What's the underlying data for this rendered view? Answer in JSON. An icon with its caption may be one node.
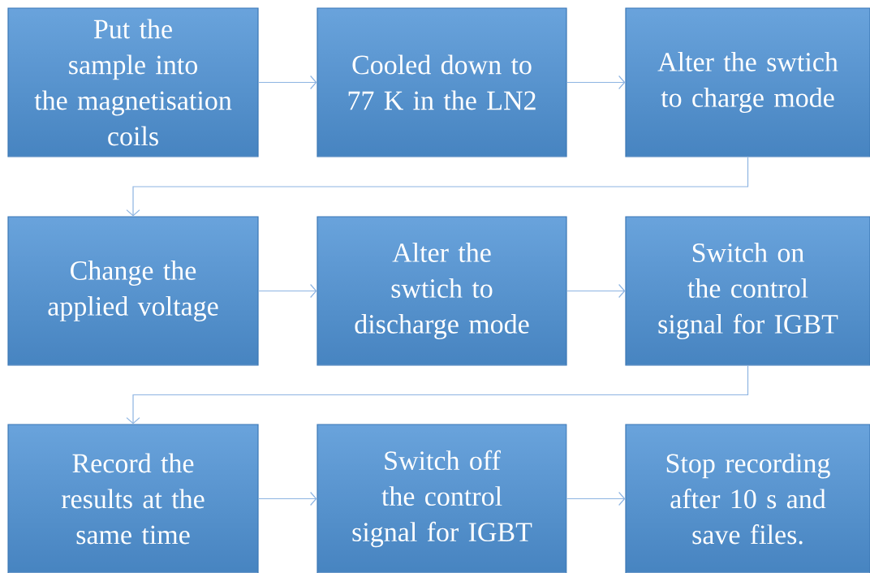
{
  "diagram": {
    "nodes": [
      {
        "text": [
          "Put the sample into the magnetisation coils"
        ]
      },
      {
        "text": [
          "Cooled down to 77 K in the LN2"
        ]
      },
      {
        "text": [
          "Alter the swtich to charge mode"
        ]
      },
      {
        "text": [
          "Change the applied voltage"
        ]
      },
      {
        "text": [
          "Alter the swtich to discharge mode"
        ]
      },
      {
        "text": [
          "Switch on the control signal for IGBT"
        ]
      },
      {
        "text": [
          "Record the results at the same time"
        ]
      },
      {
        "text": [
          "Switch off the control signal for IGBT"
        ]
      },
      {
        "text": [
          "Stop recording after 10 s and save files."
        ]
      }
    ],
    "edges": [
      {
        "from": 0,
        "to": 1,
        "arrow": "to"
      },
      {
        "from": 1,
        "to": 2,
        "arrow": "to"
      },
      {
        "from": 2,
        "to": 3,
        "arrow": "to"
      },
      {
        "from": 3,
        "to": 4,
        "arrow": "to"
      },
      {
        "from": 4,
        "to": 5,
        "arrow": "to"
      },
      {
        "from": 5,
        "to": 6,
        "arrow": "to"
      },
      {
        "from": 6,
        "to": 7,
        "arrow": "to"
      },
      {
        "from": 7,
        "to": 8,
        "arrow": "to"
      }
    ]
  }
}
